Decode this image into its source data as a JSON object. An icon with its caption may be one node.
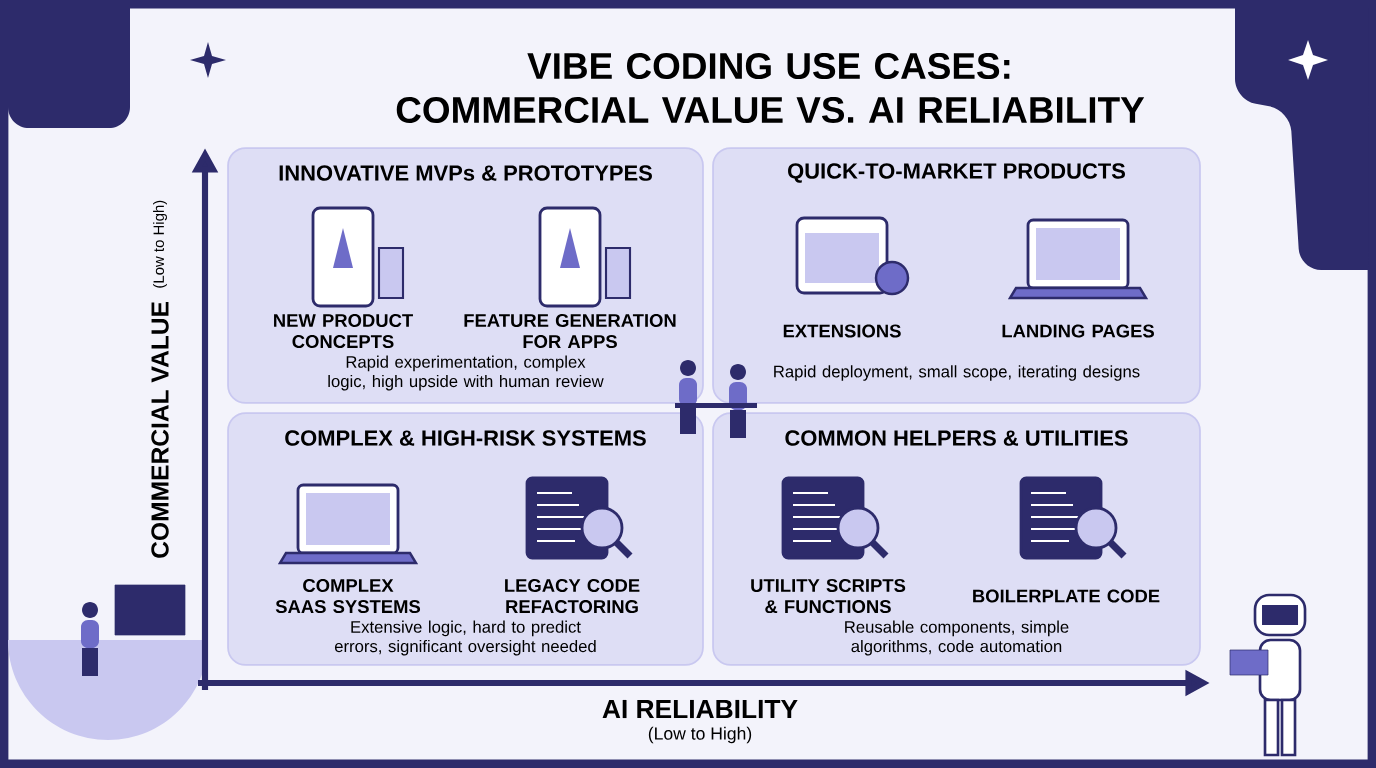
{
  "diagram": {
    "title": "VIBE CODING USE CASES: COMMERCIAL VALUE VS. AI RELIABILITY",
    "nodes": [
      {
        "text": [
          "INNOVATIVE MVPs & PROTOTYPES",
          "NEW PRODUCT CONCEPTS",
          "FEATURE GENERATION FOR APPS",
          "Rapid experimentation, complex logic, high upside with human review"
        ]
      },
      {
        "text": [
          "QUICK-TO-MARKET PRODUCTS",
          "EXTENSIONS",
          "LANDING PAGES",
          "Rapid deployment, small scope, iterating designs"
        ]
      },
      {
        "text": [
          "COMPLEX & HIGH-RISK SYSTEMS",
          "COMPLEX SAAS SYSTEMS",
          "LEGACY CODE REFACTORING",
          "Extensive logic, hard to predict errors, significant oversight needed"
        ]
      },
      {
        "text": [
          "COMMON HELPERS & UTILITIES",
          "UTILITY SCRIPTS & FUNCTIONS",
          "BOILERPLATE CODE",
          "Reusable components, simple algorithms, code automation"
        ]
      }
    ],
    "labels": [
      "COMMERCIAL VALUE",
      "(Low to High)",
      "AI RELIABILITY",
      "(Low to High)"
    ]
  }
}
